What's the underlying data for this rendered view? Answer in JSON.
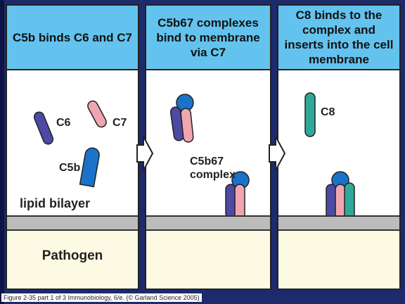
{
  "panels": [
    {
      "heading": "C5b binds C6 and C7",
      "labels": {
        "c6": "C6",
        "c7": "C7",
        "c5b": "C5b",
        "lipid": "lipid bilayer"
      },
      "pathogen": "Pathogen"
    },
    {
      "heading": "C5b67 complexes bind to membrane via C7",
      "labels": {
        "complex": "C5b67\ncomplex"
      },
      "pathogen": ""
    },
    {
      "heading": "C8 binds to the complex and inserts into the cell membrane",
      "labels": {
        "c8": "C8"
      },
      "pathogen": ""
    }
  ],
  "caption": "Figure 2-35 part 1 of 3  Immunobiology, 6/e. (© Garland Science 2005)",
  "colors": {
    "header": "#63c3ee",
    "membrane": "#bcbcbc",
    "pathogen": "#fdfae3",
    "c5b": "#1a73c9",
    "c6": "#4d4aa3",
    "c7": "#f0a6b0",
    "c8": "#2fa89a",
    "background": "#1d2a6b"
  }
}
